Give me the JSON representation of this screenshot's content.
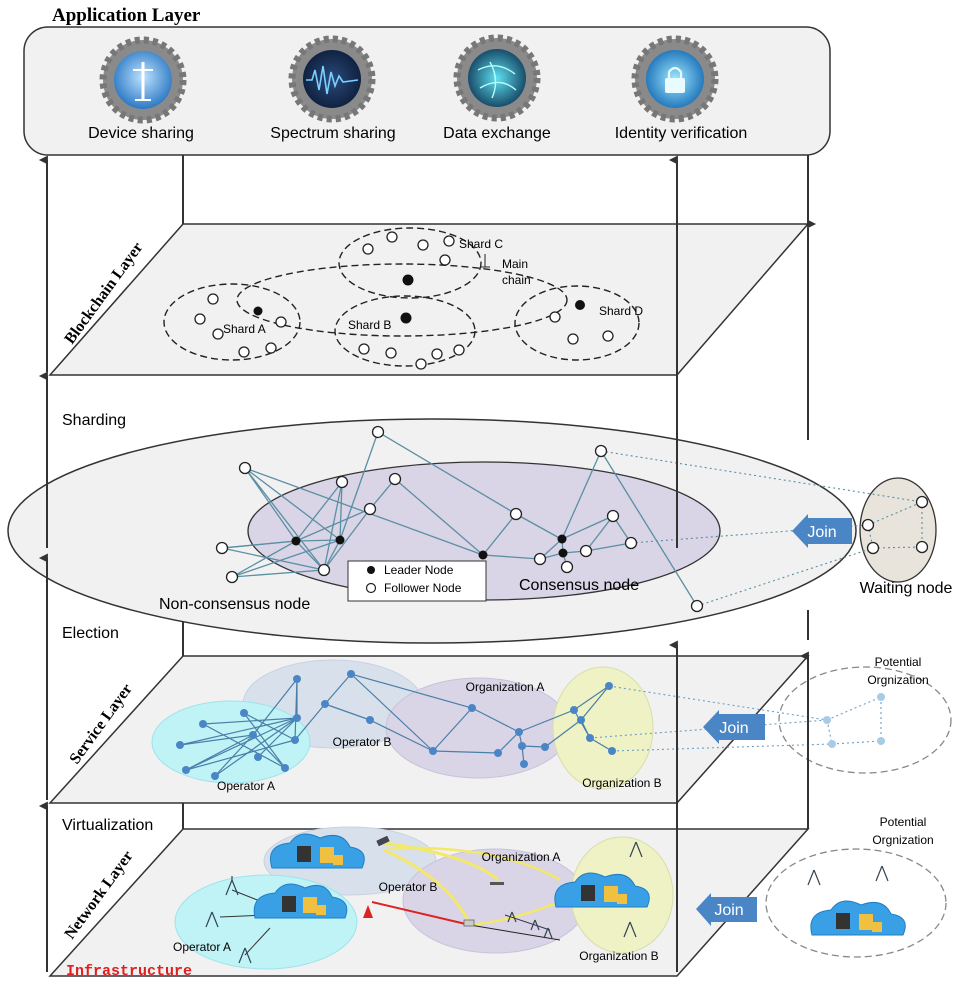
{
  "application_layer": {
    "title": "Application Layer",
    "services": [
      {
        "label": "Device sharing",
        "icon": "cell-tower-icon"
      },
      {
        "label": "Spectrum sharing",
        "icon": "spectrum-wave-icon"
      },
      {
        "label": "Data exchange",
        "icon": "data-network-icon"
      },
      {
        "label": "Identity verification",
        "icon": "security-lock-icon"
      }
    ]
  },
  "blockchain_layer": {
    "title": "Blockchain Layer",
    "shard_a": "Shard A",
    "shard_b": "Shard B",
    "shard_c": "Shard C",
    "shard_d": "Shard D",
    "main_chain_line1": "Main",
    "main_chain_line2": "chain"
  },
  "consensus": {
    "sharding_label": "Sharding",
    "election_label": "Election",
    "non_consensus_label": "Non-consensus node",
    "consensus_label": "Consensus node",
    "waiting_label": "Waiting node",
    "join_label": "Join",
    "legend": {
      "leader": "Leader Node",
      "follower": "Follower Node"
    }
  },
  "service_layer": {
    "title": "Service Layer",
    "operator_a": "Operator A",
    "operator_b": "Operator B",
    "org_a": "Organization A",
    "org_b": "Organization B",
    "potential_line1": "Potential",
    "potential_line2": "Orgnization",
    "join_label": "Join"
  },
  "network_layer": {
    "title": "Network Layer",
    "virtualization_label": "Virtualization",
    "infrastructure_label": "Infrastructure",
    "operator_a": "Operator A",
    "operator_b": "Operator B",
    "org_a": "Organization A",
    "org_b": "Organization B",
    "potential_line1": "Potential",
    "potential_line2": "Orgnization",
    "join_label": "Join"
  },
  "colors": {
    "edge": "#5b8fa3",
    "join_arrow": "#4a86c5",
    "infrastructure": "#e02020",
    "operator_a_fill": "#bff3f6",
    "org_b_fill": "#eef2c4",
    "consensus_fill": "#d9d4e6"
  }
}
